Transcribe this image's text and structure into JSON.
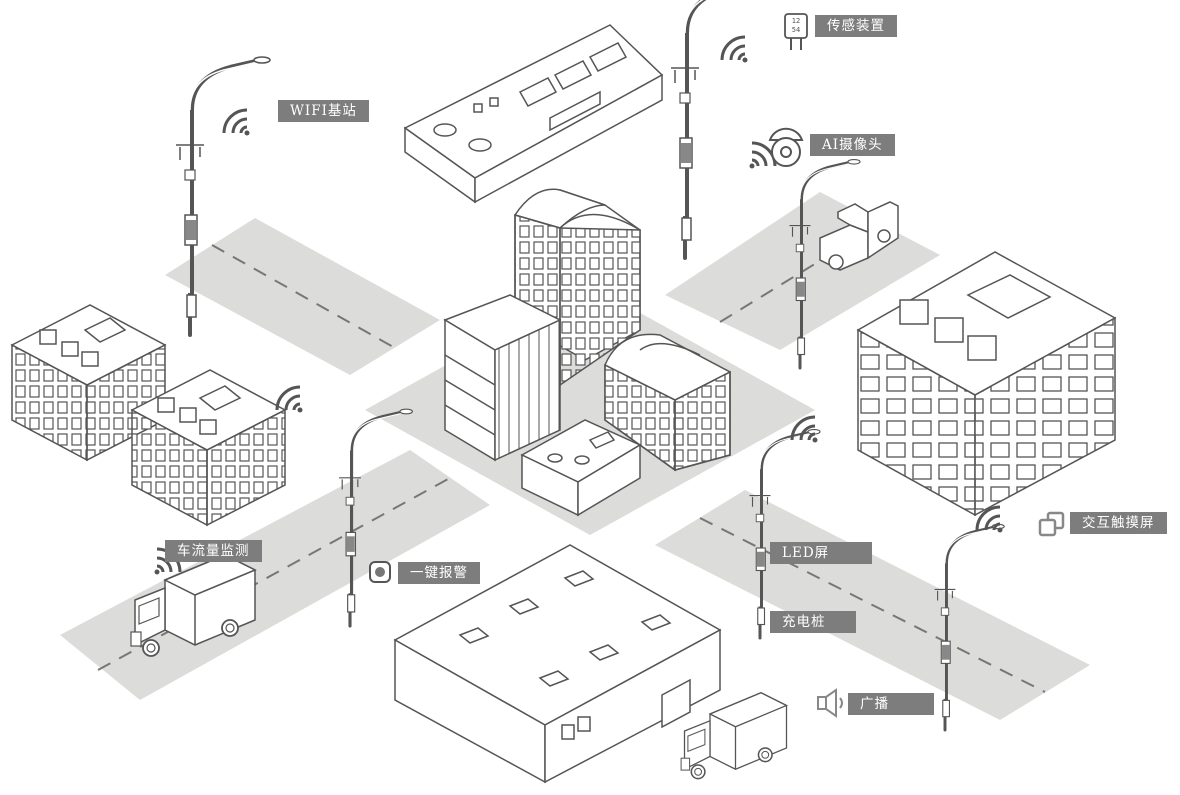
{
  "colors": {
    "ground": "#dcdcda",
    "stroke": "#555555",
    "label_bg": "#7d7d7d",
    "label_text": "#ffffff",
    "road_dash": "#777777"
  },
  "sensor_display": {
    "line1": "12",
    "line2": "54"
  },
  "labels": {
    "wifi": "WIFI基站",
    "sensor": "传感装置",
    "ai_camera": "AI摄像头",
    "traffic": "车流量监测",
    "alarm": "一键报警",
    "led": "LED屏",
    "charging": "充电桩",
    "touchscreen": "交互触摸屏",
    "broadcast": "广播"
  },
  "icons": [
    "wifi-signal-icon",
    "sensor-display-icon",
    "camera-icon",
    "alarm-button-icon",
    "touchscreen-icon",
    "speaker-icon"
  ]
}
